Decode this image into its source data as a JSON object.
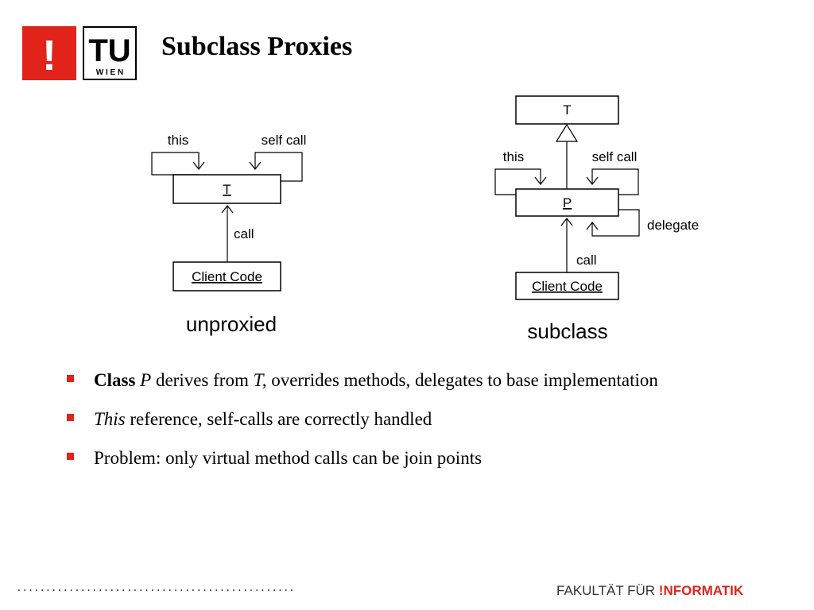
{
  "header": {
    "title": "Subclass Proxies",
    "logo_mark": "!",
    "logo_tu": "TU",
    "logo_wien": "W I E N"
  },
  "diagram_left": {
    "this_label": "this",
    "self_call_label": "self call",
    "class_box": "T",
    "call_label": "call",
    "client_box": "Client Code",
    "caption": "unproxied"
  },
  "diagram_right": {
    "base_box": "T",
    "this_label": "this",
    "self_call_label": "self call",
    "proxy_box": "P",
    "delegate_label": "delegate",
    "call_label": "call",
    "client_box": "Client Code",
    "caption": "subclass"
  },
  "bullets": {
    "b1": {
      "p1": "Class",
      "p2": " ",
      "p3": "P",
      "p4": " derives from ",
      "p5": "T,",
      "p6": " overrides methods, delegates to base implementation"
    },
    "b2": {
      "p1": "This",
      "p2": " reference, self-calls are correctly handled"
    },
    "b3": {
      "p1": "Problem: only virtual method calls can be join points"
    }
  },
  "footer": {
    "dots": "................................................",
    "faculty": "FAKULTÄT  FÜR ",
    "brand": "!NFORMATIK"
  },
  "colors": {
    "accent": "#e2231a"
  }
}
